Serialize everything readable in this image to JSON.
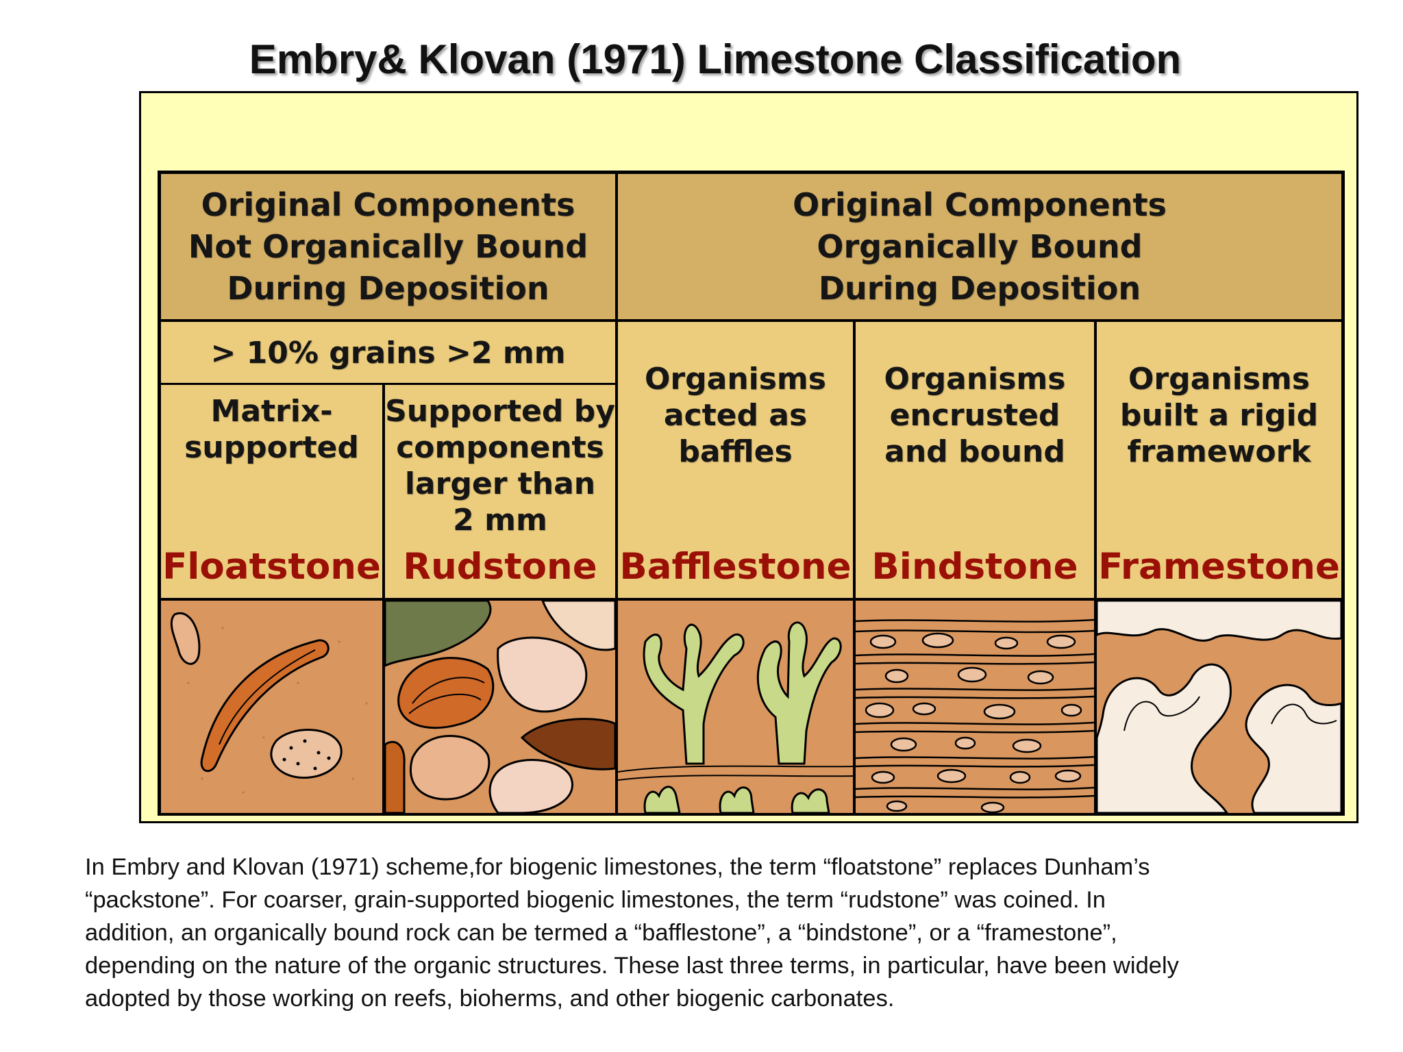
{
  "title": "Embry& Klovan (1971) Limestone Classification",
  "table": {
    "group_not_bound": [
      "Original Components",
      "Not Organically Bound",
      "During Deposition"
    ],
    "group_bound": [
      "Original Components",
      "Organically Bound",
      "During Deposition"
    ],
    "grain_criterion": "> 10% grains >2 mm",
    "columns": [
      {
        "description": [
          "Matrix-",
          "supported"
        ],
        "name": "Floatstone"
      },
      {
        "description": [
          "Supported by",
          "components",
          "larger than",
          "2 mm"
        ],
        "name": "Rudstone"
      },
      {
        "description": [
          "Organisms",
          "acted as",
          "baffles"
        ],
        "name": "Bafflestone"
      },
      {
        "description": [
          "Organisms",
          "encrusted",
          "and bound"
        ],
        "name": "Bindstone"
      },
      {
        "description": [
          "Organisms",
          "built a rigid",
          "framework"
        ],
        "name": "Framestone"
      }
    ]
  },
  "caption": [
    "In Embry and Klovan (1971) scheme,for biogenic limestones, the term “floatstone” replaces Dunham’s",
    "“packstone”. For coarser, grain-supported biogenic limestones, the term “rudstone” was coined. In",
    "addition, an organically bound rock can be termed a “bafflestone”, a “bindstone”, or a “framestone”,",
    "depending on the nature of the organic structures. These last three terms, in particular, have been widely",
    "adopted by those working on reefs, bioherms, and other biogenic carbonates."
  ],
  "colors": {
    "panel_background": "#ffffb7",
    "header_tan": "#d4b067",
    "cell_yellow": "#eccd7e",
    "rock_name_red": "#9a1006",
    "sediment_orange": "#d9965f"
  }
}
